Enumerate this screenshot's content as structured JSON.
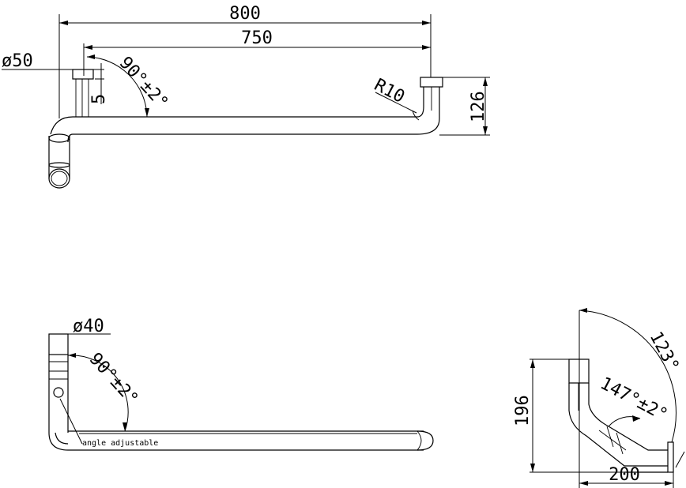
{
  "top_view": {
    "overall_length": "800",
    "rail_length": "750",
    "flange_diameter": "ø50",
    "angle": "90°±2°",
    "flange_thickness": "5",
    "bend_radius": "R10",
    "height": "126"
  },
  "side_view": {
    "tube_diameter": "ø40",
    "angle": "90°±2°",
    "note": "angle adjustable"
  },
  "end_view": {
    "height": "196",
    "width": "200",
    "angle_inner": "147°±2°",
    "angle_outer": "123°"
  }
}
